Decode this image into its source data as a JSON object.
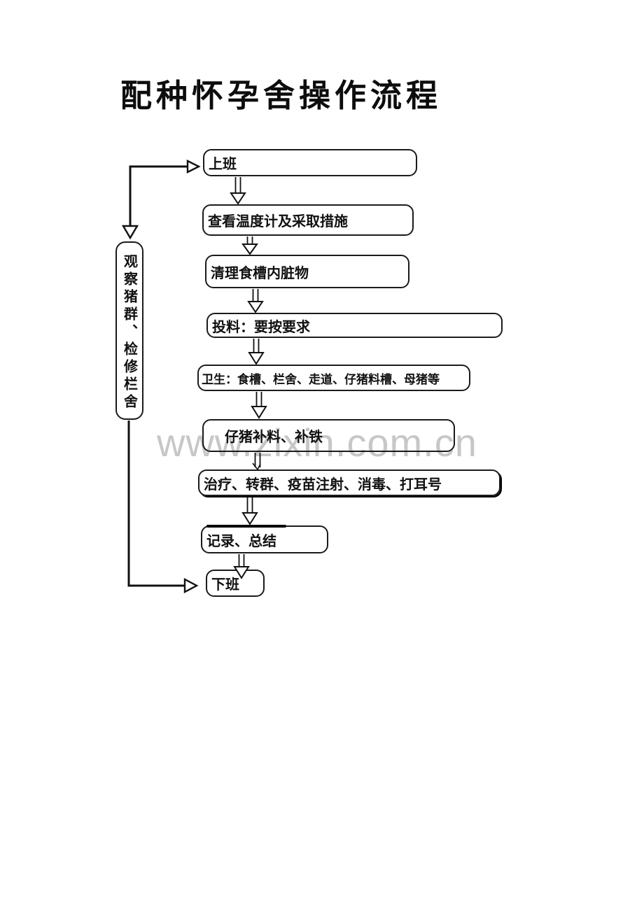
{
  "document": {
    "title": "配种怀孕舍操作流程",
    "watermark": "www.zixin.com.cn"
  },
  "flowchart": {
    "side_note": "观察猪群、检修栏舍",
    "steps": [
      "上班",
      "查看温度计及采取措施",
      "清理食槽内脏物",
      "投料：要按要求",
      "卫生：食槽、栏舍、走道、仔猪料槽、母猪等",
      "仔猪补料、补铁",
      "治疗、转群、疫苗注射、消毒、打耳号",
      "记录、总结",
      "下班"
    ]
  }
}
